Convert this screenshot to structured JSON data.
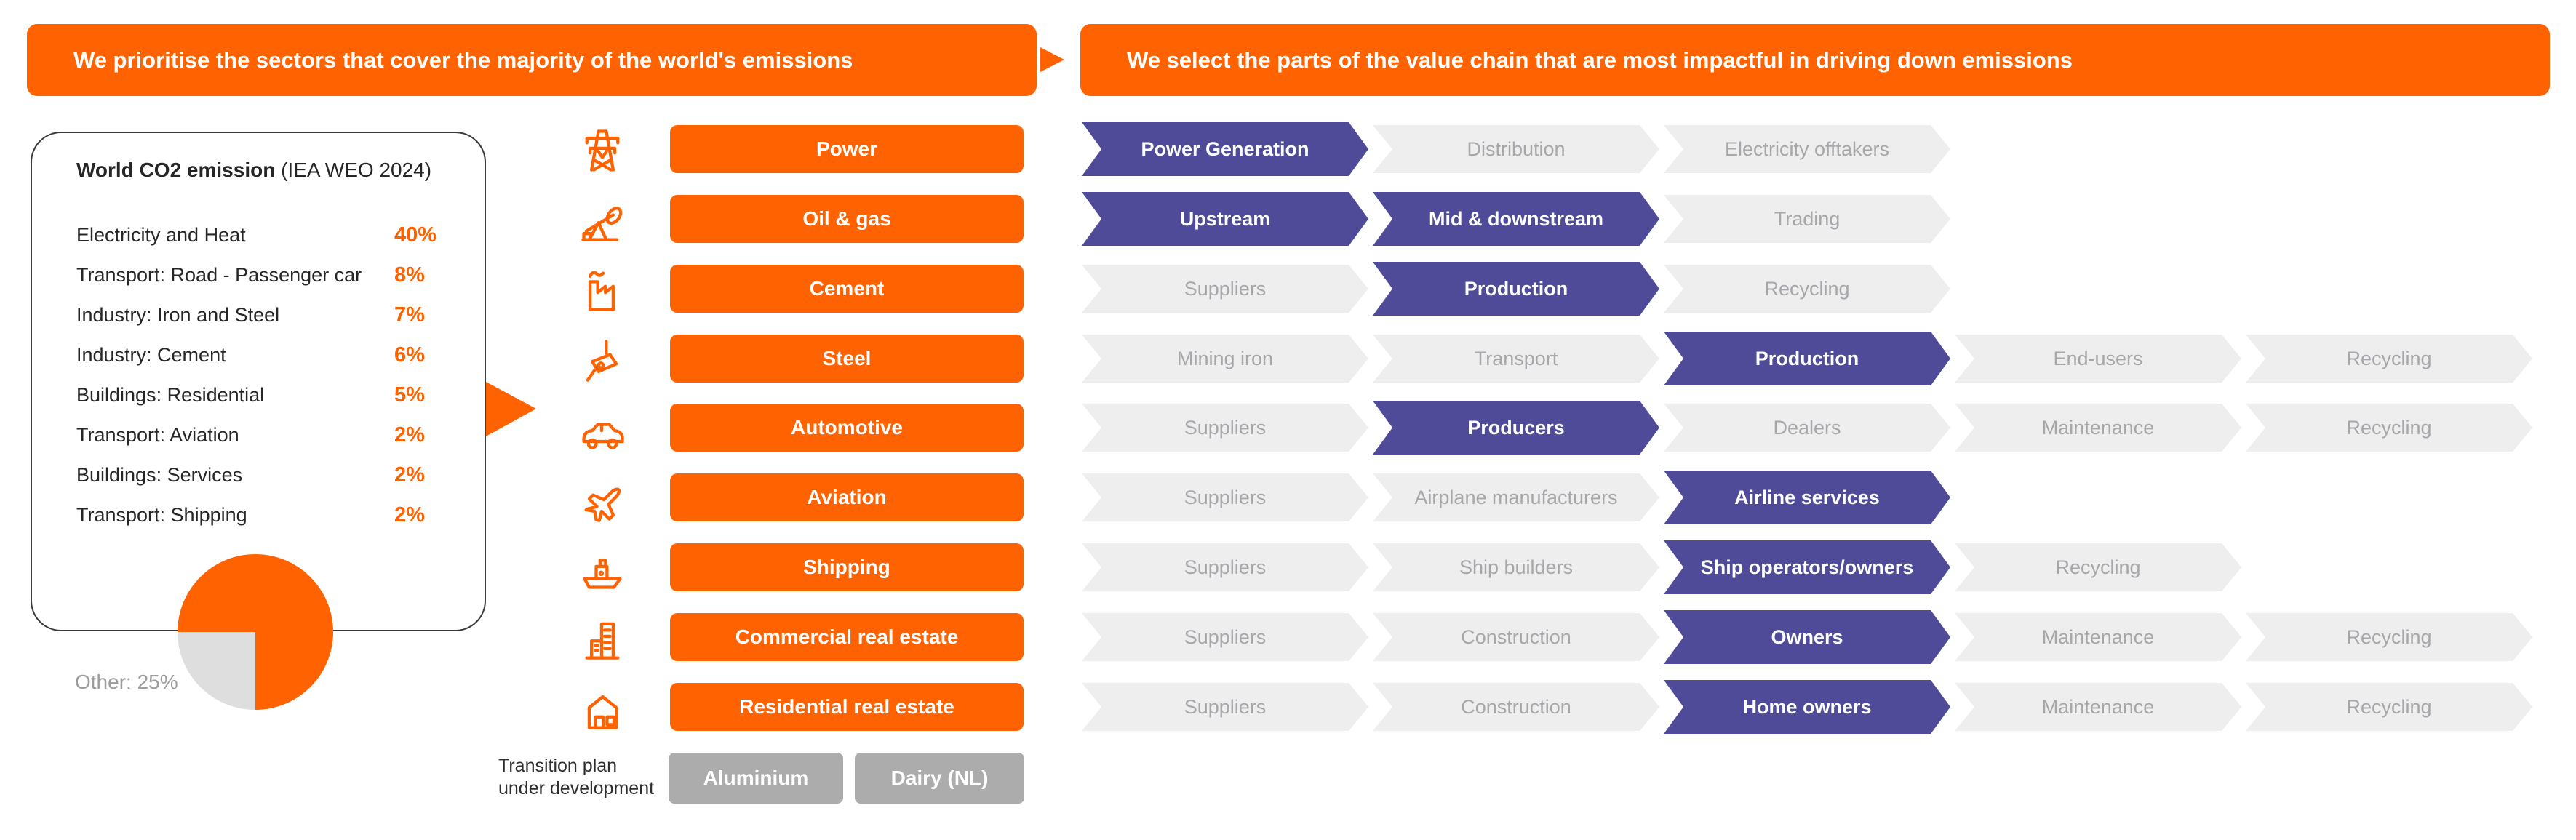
{
  "banners": {
    "left": "We prioritise the sectors that cover the majority of the world's emissions",
    "right": "We select the parts of the value chain that are most impactful in driving down emissions"
  },
  "co2_box": {
    "title_bold": "World CO2 emission",
    "title_note": " (IEA WEO 2024)",
    "rows": [
      {
        "label": "Electricity and Heat",
        "value": "40%"
      },
      {
        "label": "Transport: Road - Passenger car",
        "value": "8%"
      },
      {
        "label": "Industry: Iron and Steel",
        "value": "7%"
      },
      {
        "label": "Industry: Cement",
        "value": "6%"
      },
      {
        "label": "Buildings: Residential",
        "value": "5%"
      },
      {
        "label": "Transport: Aviation",
        "value": "2%"
      },
      {
        "label": "Buildings: Services",
        "value": "2%"
      },
      {
        "label": "Transport: Shipping",
        "value": "2%"
      }
    ],
    "other_label": "Other: 25%"
  },
  "chart_data": {
    "type": "pie",
    "title": "World CO2 emission (IEA WEO 2024)",
    "labels": [
      "Electricity and Heat",
      "Transport: Road - Passenger car",
      "Industry: Iron and Steel",
      "Industry: Cement",
      "Buildings: Residential",
      "Transport: Aviation",
      "Buildings: Services",
      "Transport: Shipping",
      "Other"
    ],
    "values": [
      40,
      8,
      7,
      6,
      5,
      2,
      2,
      2,
      25
    ],
    "rendered_slices": [
      {
        "label": "Listed sectors",
        "value": 75,
        "color": "#FF6200"
      },
      {
        "label": "Other",
        "value": 25,
        "color": "#DEDEDE",
        "position": "bottom-left quadrant"
      }
    ],
    "legend_position": "list above pie, 'Other: 25%' at left of pie"
  },
  "sectors": [
    {
      "label": "Power",
      "icon": "power-tower-icon",
      "chain": [
        {
          "label": "Power Generation",
          "active": true
        },
        {
          "label": "Distribution",
          "active": false
        },
        {
          "label": "Electricity offtakers",
          "active": false
        }
      ]
    },
    {
      "label": "Oil & gas",
      "icon": "oil-pump-icon",
      "chain": [
        {
          "label": "Upstream",
          "active": true
        },
        {
          "label": "Mid & downstream",
          "active": true
        },
        {
          "label": "Trading",
          "active": false
        }
      ]
    },
    {
      "label": "Cement",
      "icon": "cement-factory-icon",
      "chain": [
        {
          "label": "Suppliers",
          "active": false
        },
        {
          "label": "Production",
          "active": true
        },
        {
          "label": "Recycling",
          "active": false
        }
      ]
    },
    {
      "label": "Steel",
      "icon": "steel-ladle-icon",
      "chain": [
        {
          "label": "Mining iron",
          "active": false
        },
        {
          "label": "Transport",
          "active": false
        },
        {
          "label": "Production",
          "active": true
        },
        {
          "label": "End-users",
          "active": false
        },
        {
          "label": "Recycling",
          "active": false
        }
      ]
    },
    {
      "label": "Automotive",
      "icon": "car-icon",
      "chain": [
        {
          "label": "Suppliers",
          "active": false
        },
        {
          "label": "Producers",
          "active": true
        },
        {
          "label": "Dealers",
          "active": false
        },
        {
          "label": "Maintenance",
          "active": false
        },
        {
          "label": "Recycling",
          "active": false
        }
      ]
    },
    {
      "label": "Aviation",
      "icon": "airplane-icon",
      "chain": [
        {
          "label": "Suppliers",
          "active": false
        },
        {
          "label": "Airplane manufacturers",
          "active": false
        },
        {
          "label": "Airline services",
          "active": true
        }
      ]
    },
    {
      "label": "Shipping",
      "icon": "ship-icon",
      "chain": [
        {
          "label": "Suppliers",
          "active": false
        },
        {
          "label": "Ship builders",
          "active": false
        },
        {
          "label": "Ship operators/owners",
          "active": true
        },
        {
          "label": "Recycling",
          "active": false
        }
      ]
    },
    {
      "label": "Commercial real estate",
      "icon": "office-buildings-icon",
      "chain": [
        {
          "label": "Suppliers",
          "active": false
        },
        {
          "label": "Construction",
          "active": false
        },
        {
          "label": "Owners",
          "active": true
        },
        {
          "label": "Maintenance",
          "active": false
        },
        {
          "label": "Recycling",
          "active": false
        }
      ]
    },
    {
      "label": "Residential real estate",
      "icon": "house-icon",
      "chain": [
        {
          "label": "Suppliers",
          "active": false
        },
        {
          "label": "Construction",
          "active": false
        },
        {
          "label": "Home owners",
          "active": true
        },
        {
          "label": "Maintenance",
          "active": false
        },
        {
          "label": "Recycling",
          "active": false
        }
      ]
    }
  ],
  "transition": {
    "label_line1": "Transition plan",
    "label_line2": "under development",
    "buttons": [
      "Aluminium",
      "Dairy (NL)"
    ]
  },
  "colors": {
    "orange": "#FF6200",
    "purple": "#4F4B99",
    "chain_gray": "#EFEEEF",
    "chain_gray_text": "#A7A6AA",
    "button_gray": "#ACACAC",
    "pie_other_gray": "#DEDEDE"
  }
}
